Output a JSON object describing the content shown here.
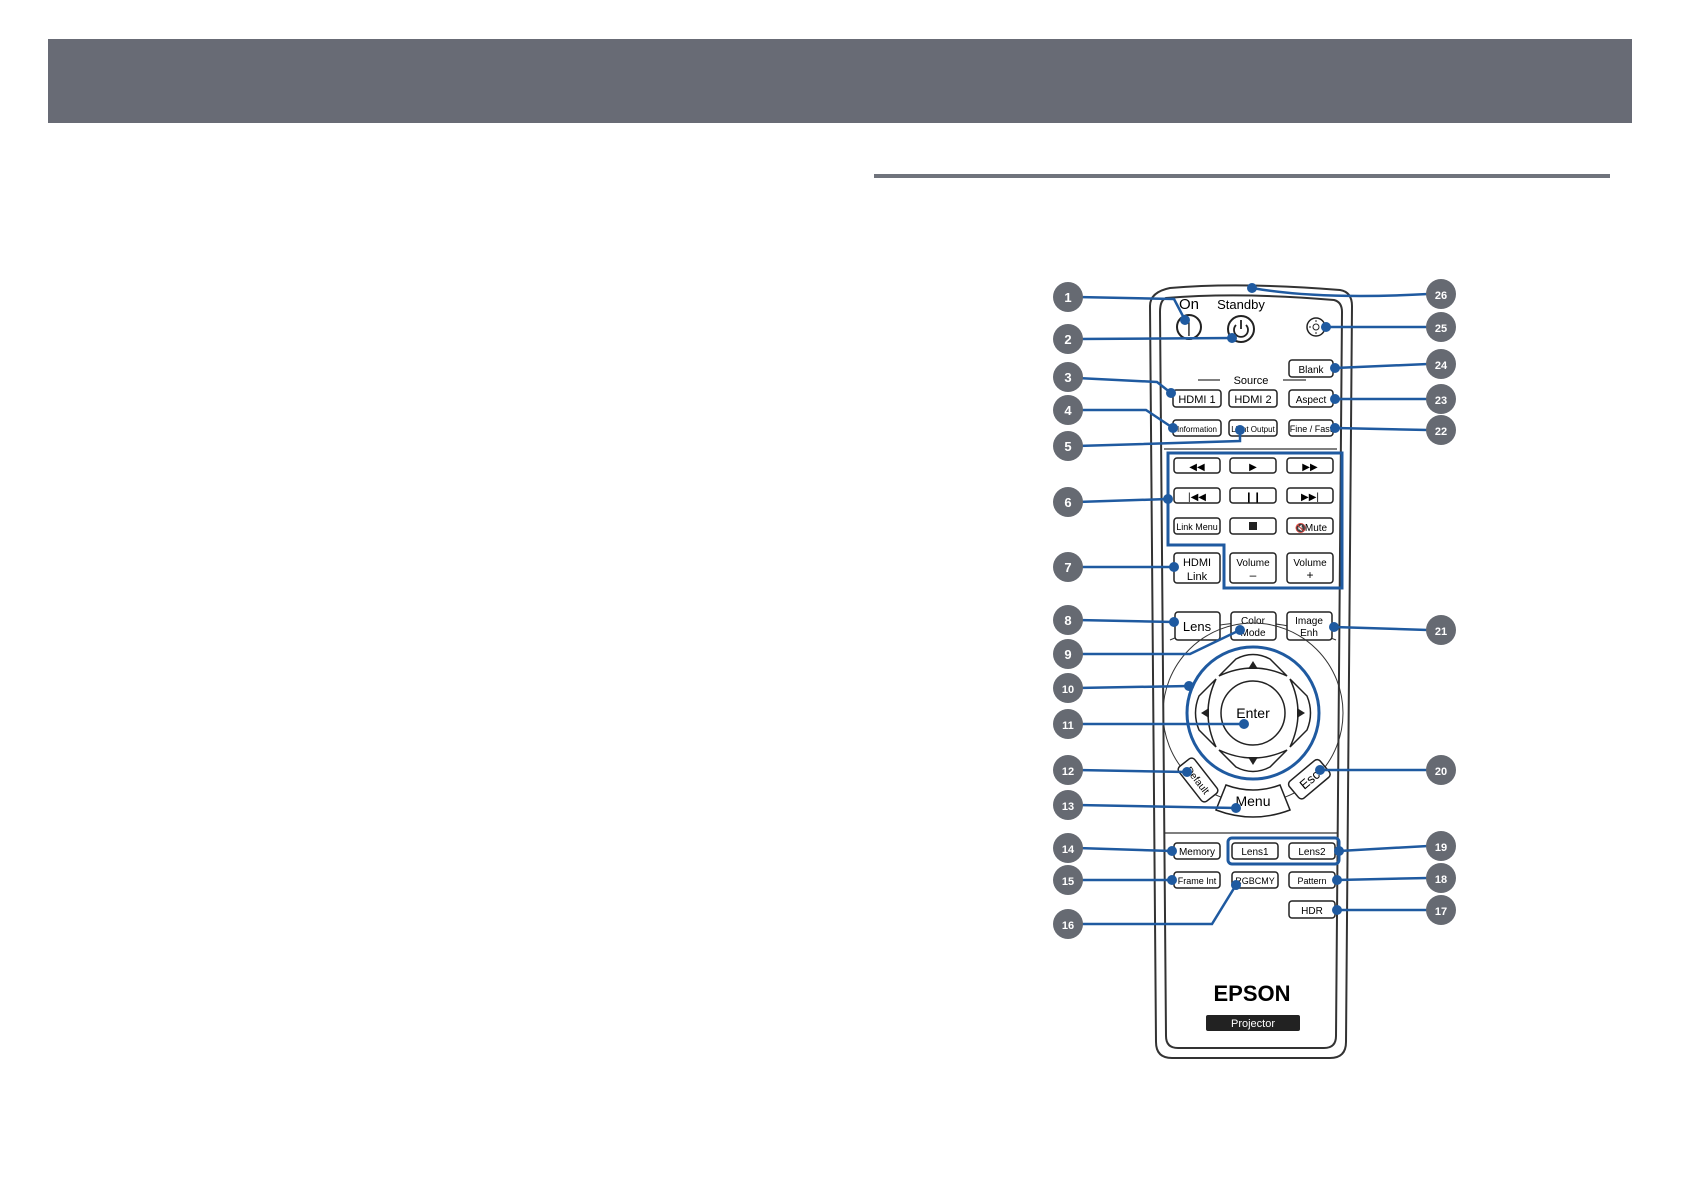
{
  "remote": {
    "top_labels": {
      "on": "On",
      "standby": "Standby",
      "source_group": "Source"
    },
    "buttons": {
      "on": "|",
      "hdmi1": "HDMI 1",
      "hdmi2": "HDMI 2",
      "information": "Information",
      "light_output": "Light Output",
      "blank": "Blank",
      "aspect": "Aspect",
      "fine_fast": "Fine / Fast",
      "link_menu": "Link Menu",
      "mute": "Mute",
      "hdmi_link_1": "HDMI",
      "hdmi_link_2": "Link",
      "volume_down_1": "Volume",
      "volume_down_2": "–",
      "volume_up_1": "Volume",
      "volume_up_2": "+",
      "lens": "Lens",
      "color_mode_1": "Color",
      "color_mode_2": "Mode",
      "image_enh_1": "Image",
      "image_enh_2": "Enh",
      "enter": "Enter",
      "default": "Default",
      "menu": "Menu",
      "esc": "Esc",
      "memory": "Memory",
      "lens1": "Lens1",
      "lens2": "Lens2",
      "frame_int": "Frame Int",
      "rgbcmy": "RGBCMY",
      "pattern": "Pattern",
      "hdr": "HDR"
    },
    "brand": "EPSON",
    "product": "Projector"
  },
  "callouts": [
    "1",
    "2",
    "3",
    "4",
    "5",
    "6",
    "7",
    "8",
    "9",
    "10",
    "11",
    "12",
    "13",
    "14",
    "15",
    "16",
    "17",
    "18",
    "19",
    "20",
    "21",
    "22",
    "23",
    "24",
    "25",
    "26"
  ],
  "colors": {
    "banner": "#686b75",
    "callout": "#1f5aa0",
    "outline": "#333333",
    "rule": "#6f737c"
  }
}
